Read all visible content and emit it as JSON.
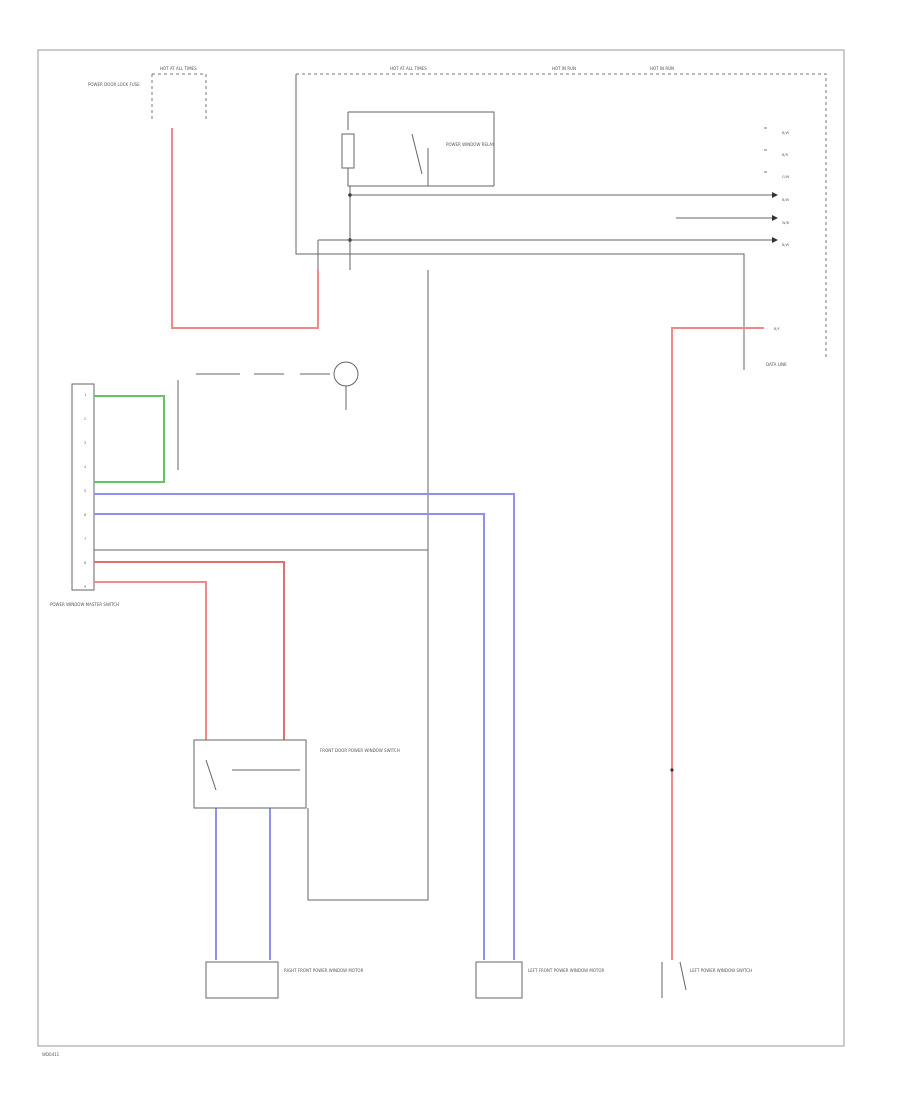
{
  "footer": {
    "code": "WD0411"
  },
  "labels": {
    "fuse_left": "HOT AT ALL TIMES",
    "fuse_left_name": "POWER DOOR LOCK FUSE",
    "fuse_center": "HOT AT ALL TIMES",
    "fuse_right1": "HOT IN RUN",
    "fuse_right2": "HOT IN RUN",
    "relay_label": "POWER WINDOW RELAY",
    "connector_right": "DATA LINK",
    "module_left": "POWER WINDOW MASTER SWITCH",
    "switch_master": "FRONT DOOR POWER WINDOW SWITCH",
    "motor_right": "RIGHT FRONT POWER WINDOW MOTOR",
    "motor_left": "LEFT FRONT POWER WINDOW MOTOR",
    "switch_right": "LEFT POWER WINDOW SWITCH"
  },
  "colors": {
    "red": "#f08a8a",
    "blue": "#9090ee",
    "green": "#62c462",
    "gray": "#777777",
    "frame": "#999999"
  }
}
